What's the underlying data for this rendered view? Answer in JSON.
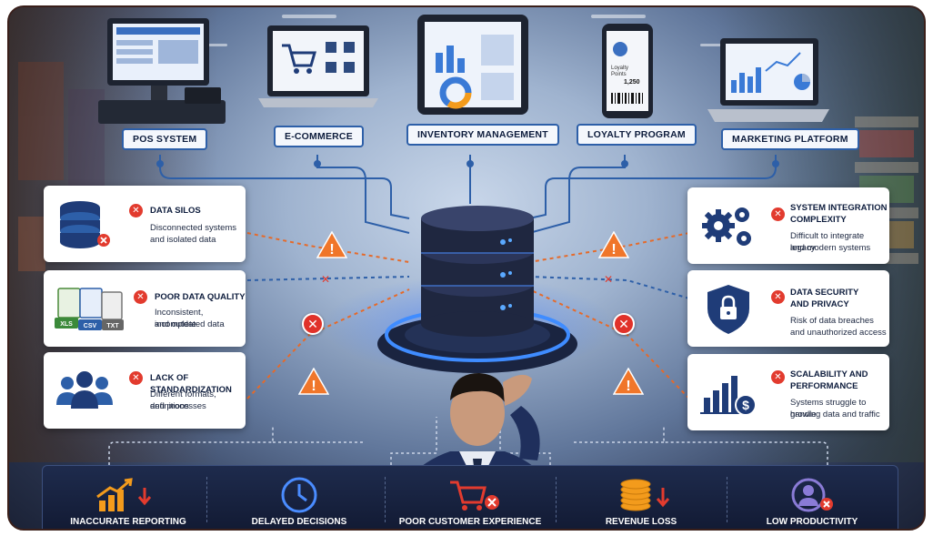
{
  "sources": [
    {
      "id": "pos",
      "label": "POS SYSTEM"
    },
    {
      "id": "ecommerce",
      "label": "E-COMMERCE"
    },
    {
      "id": "inventory",
      "label": "INVENTORY MANAGEMENT"
    },
    {
      "id": "loyalty",
      "label": "LOYALTY PROGRAM"
    },
    {
      "id": "marketing",
      "label": "MARKETING PLATFORM"
    }
  ],
  "loyalty_screen": {
    "line1": "Loyalty",
    "line2": "Points",
    "points": "1,250"
  },
  "left_problems": [
    {
      "title": "DATA SILOS",
      "desc": [
        "Disconnected systems",
        "and isolated data"
      ],
      "icon": "database-icon"
    },
    {
      "title": "POOR DATA QUALITY",
      "desc": [
        "Inconsistent, incomplete",
        "and outdated data"
      ],
      "icon": "files-icon",
      "file_types": [
        "XLS",
        "CSV",
        "TXT"
      ]
    },
    {
      "title": "LACK OF STANDARDIZATION",
      "desc": [
        "Different formats, definitions",
        "and processes"
      ],
      "icon": "people-icon"
    }
  ],
  "right_problems": [
    {
      "title": [
        "SYSTEM INTEGRATION",
        "COMPLEXITY"
      ],
      "desc": [
        "Difficult to integrate legacy",
        "and modern systems"
      ],
      "icon": "gears-icon"
    },
    {
      "title": [
        "DATA SECURITY",
        "AND PRIVACY"
      ],
      "desc": [
        "Risk of data breaches",
        "and unauthorized access"
      ],
      "icon": "shield-lock-icon"
    },
    {
      "title": [
        "SCALABILITY AND",
        "PERFORMANCE"
      ],
      "desc": [
        "Systems struggle to handle",
        "growing data and traffic"
      ],
      "icon": "chart-dollar-icon"
    }
  ],
  "impacts": [
    {
      "label": "INACCURATE REPORTING",
      "icon": "trend-down-icon"
    },
    {
      "label": "DELAYED DECISIONS",
      "icon": "clock-icon"
    },
    {
      "label": "POOR CUSTOMER EXPERIENCE",
      "icon": "cart-x-icon"
    },
    {
      "label": "REVENUE LOSS",
      "icon": "coins-down-icon"
    },
    {
      "label": "LOW PRODUCTIVITY",
      "icon": "user-x-icon"
    }
  ],
  "colors": {
    "accent_blue": "#2d5fa8",
    "alert_red": "#e23b2e",
    "warning_orange": "#f0762a",
    "icon_navy": "#1f3c78",
    "impact_orange": "#f39b1c",
    "impact_purple": "#8a7bd6"
  },
  "glyphs": {
    "x": "✕",
    "warn": "!"
  }
}
